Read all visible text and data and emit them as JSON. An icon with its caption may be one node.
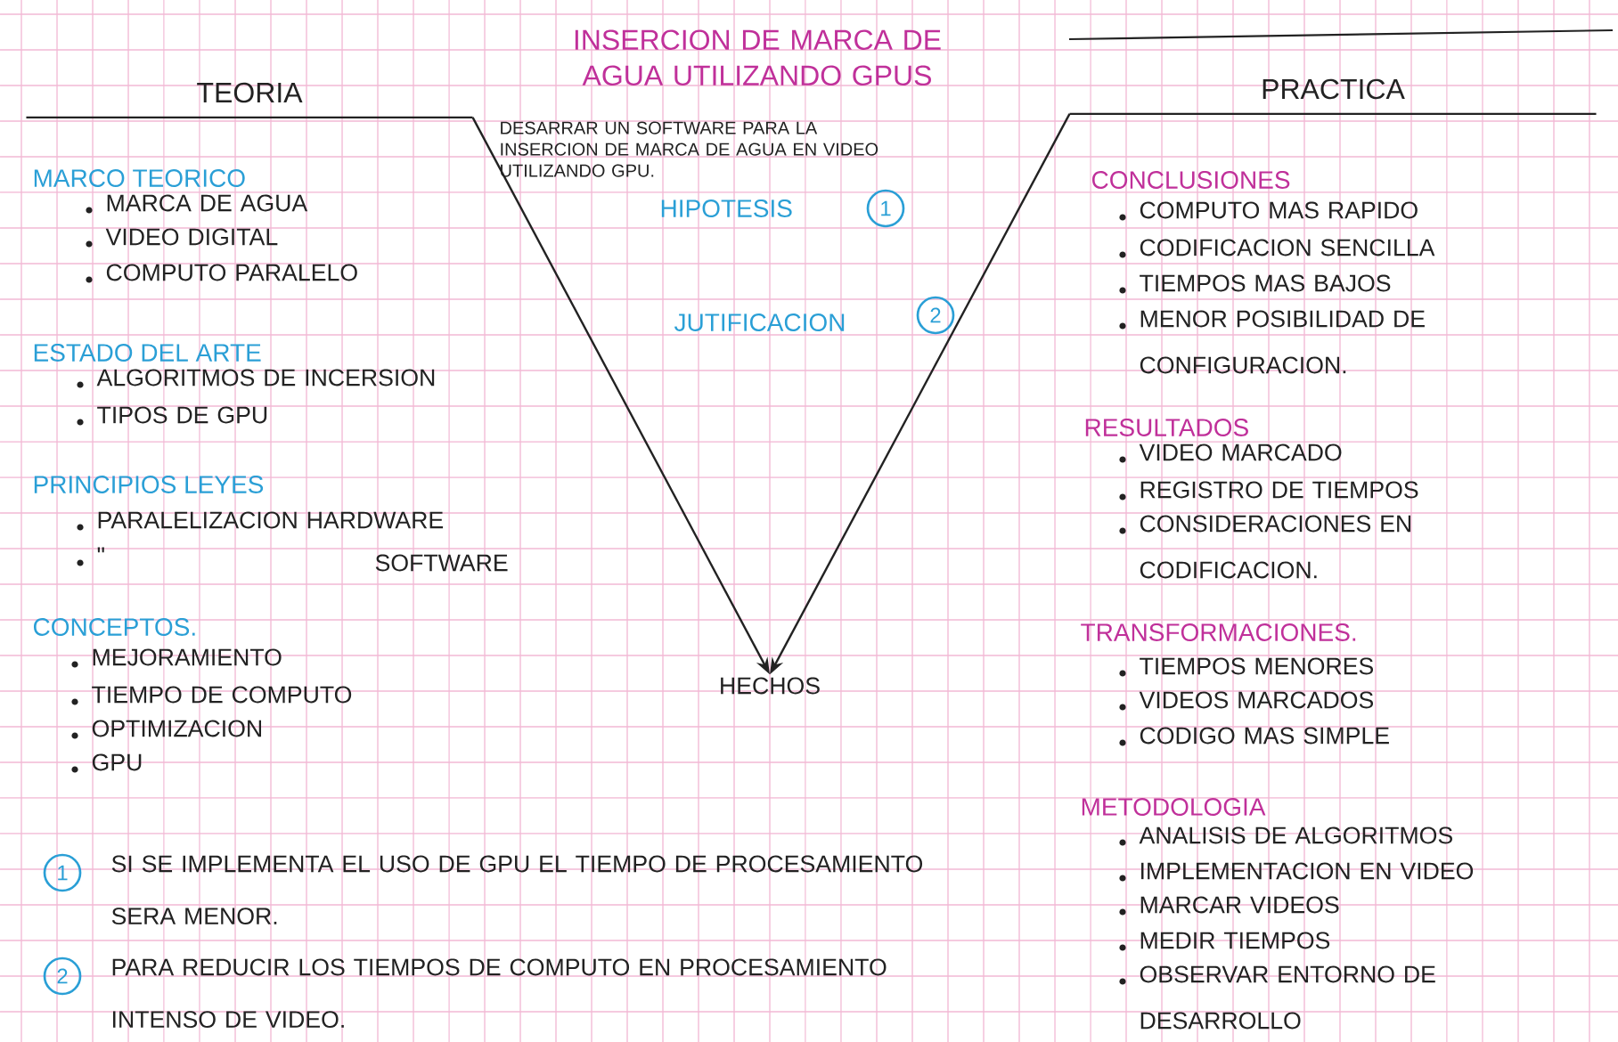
{
  "diagram": {
    "title": "INSERCION DE MARCA DE AGUA UTILIZANDO GPUS",
    "nodes": [
      {
        "text": [
          "TEORIA"
        ]
      },
      {
        "text": [
          "PRACTICA"
        ]
      },
      {
        "text": [
          "HECHOS"
        ]
      }
    ],
    "edges": [
      {
        "from": 0,
        "to": 2,
        "arrow": "to"
      },
      {
        "from": 1,
        "to": 2,
        "arrow": "to"
      }
    ],
    "labels": [
      "DESARRAR UN SOFTWARE PARA LA INSERCION DE MARCA DE AGUA EN VIDEO UTILIZANDO GPU.",
      "HIPOTESIS",
      "1",
      "JUTIFICACION",
      "2",
      "MARCO TEORICO",
      "MARCA DE AGUA",
      "VIDEO DIGITAL",
      "COMPUTO PARALELO",
      "ESTADO DEL ARTE",
      "ALGORITMOS DE INCERSION",
      "TIPOS DE GPU",
      "PRINCIPIOS LEYES",
      "PARALELIZACION HARDWARE",
      "\"",
      "SOFTWARE",
      "CONCEPTOS.",
      "MEJORAMIENTO",
      "TIEMPO DE COMPUTO",
      "OPTIMIZACION",
      "GPU",
      "CONCLUSIONES",
      "COMPUTO MAS RAPIDO",
      "CODIFICACION SENCILLA",
      "TIEMPOS MAS BAJOS",
      "MENOR POSIBILIDAD DE CONFIGURACION.",
      "RESULTADOS",
      "VIDEO MARCADO",
      "REGISTRO DE TIEMPOS",
      "CONSIDERACIONES EN CODIFICACION.",
      "TRANSFORMACIONES.",
      "TIEMPOS MENORES",
      "VIDEOS MARCADOS",
      "CODIGO MAS SIMPLE",
      "METODOLOGIA",
      "ANALISIS DE ALGORITMOS",
      "IMPLEMENTACION EN VIDEO",
      "MARCAR VIDEOS",
      "MEDIR TIEMPOS",
      "OBSERVAR ENTORNO DE DESARROLLO",
      "1",
      "SI SE IMPLEMENTA EL USO DE GPU EL TIEMPO DE PROCESAMIENTO SERA MENOR.",
      "2",
      "PARA REDUCIR LOS TIEMPOS DE COMPUTO EN PROCESAMIENTO INTENSO DE VIDEO."
    ]
  }
}
